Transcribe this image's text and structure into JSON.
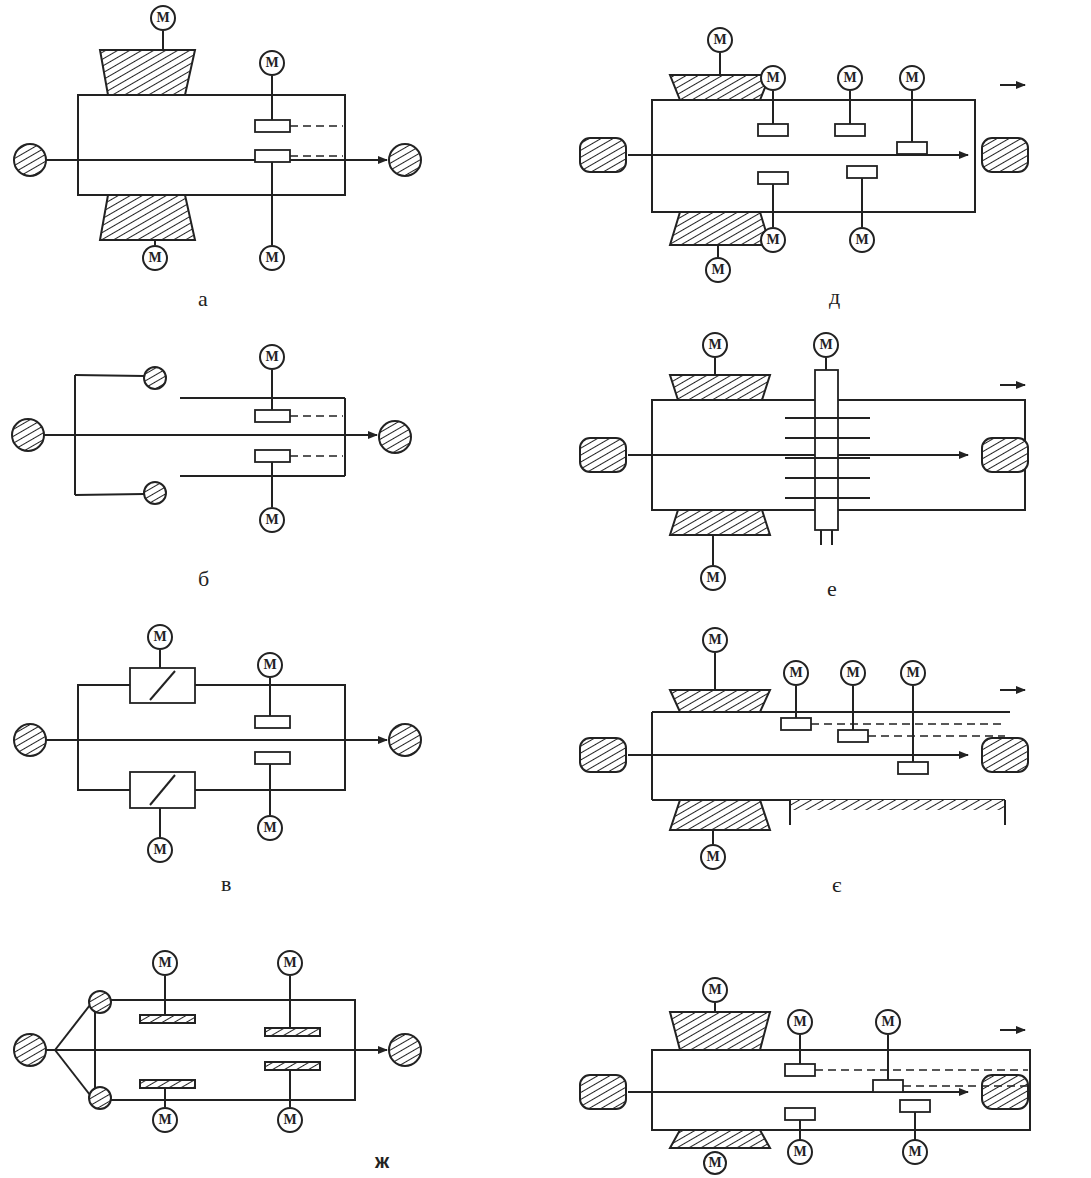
{
  "diagram": {
    "nodes": [
      {
        "text": [
          "М"
        ]
      },
      {
        "text": [
          "М"
        ]
      },
      {
        "text": [
          "М"
        ]
      },
      {
        "text": [
          "М"
        ]
      },
      {
        "text": [
          "М"
        ]
      },
      {
        "text": [
          "М"
        ]
      },
      {
        "text": [
          "М"
        ]
      },
      {
        "text": [
          "М"
        ]
      },
      {
        "text": [
          "М"
        ]
      },
      {
        "text": [
          "М"
        ]
      },
      {
        "text": [
          "М"
        ]
      },
      {
        "text": [
          "М"
        ]
      },
      {
        "text": [
          "М"
        ]
      },
      {
        "text": [
          "М"
        ]
      },
      {
        "text": [
          "М"
        ]
      },
      {
        "text": [
          "М"
        ]
      },
      {
        "text": [
          "М"
        ]
      },
      {
        "text": [
          "М"
        ]
      },
      {
        "text": [
          "М"
        ]
      },
      {
        "text": [
          "М"
        ]
      },
      {
        "text": [
          "М"
        ]
      },
      {
        "text": [
          "М"
        ]
      },
      {
        "text": [
          "М"
        ]
      },
      {
        "text": [
          "М"
        ]
      },
      {
        "text": [
          "М"
        ]
      },
      {
        "text": [
          "М"
        ]
      },
      {
        "text": [
          "М"
        ]
      },
      {
        "text": [
          "М"
        ]
      },
      {
        "text": [
          "М"
        ]
      },
      {
        "text": [
          "М"
        ]
      },
      {
        "text": [
          "М"
        ]
      },
      {
        "text": [
          "М"
        ]
      },
      {
        "text": [
          "М"
        ]
      },
      {
        "text": [
          "М"
        ]
      },
      {
        "text": [
          "М"
        ]
      }
    ],
    "labels": [
      "а",
      "б",
      "в",
      "ж",
      "д",
      "е",
      "є"
    ]
  }
}
